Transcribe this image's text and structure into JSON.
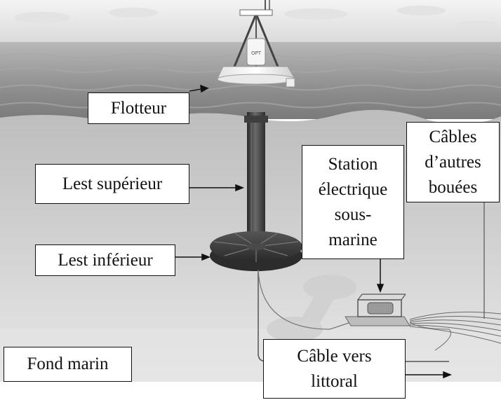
{
  "labels": {
    "float": "Flotteur",
    "upper_ballast": "Lest supérieur",
    "lower_ballast": "Lest inférieur",
    "station": [
      "Station",
      "électrique",
      "sous-",
      "marine"
    ],
    "other_cables": [
      "Câbles",
      "d’autres",
      "bouées"
    ],
    "seabed": "Fond marin",
    "shore_cable": [
      "Câble vers",
      "littoral"
    ]
  },
  "colors": {
    "sky_top": "#f2f2f2",
    "sea_surface": "#9a9a9a",
    "water_deep": "#c4c4c4",
    "water_light": "#dedede",
    "seabed": "#e6e6e6",
    "structure_dark": "#3a3a3a",
    "buoy": "#f4f4f4"
  }
}
